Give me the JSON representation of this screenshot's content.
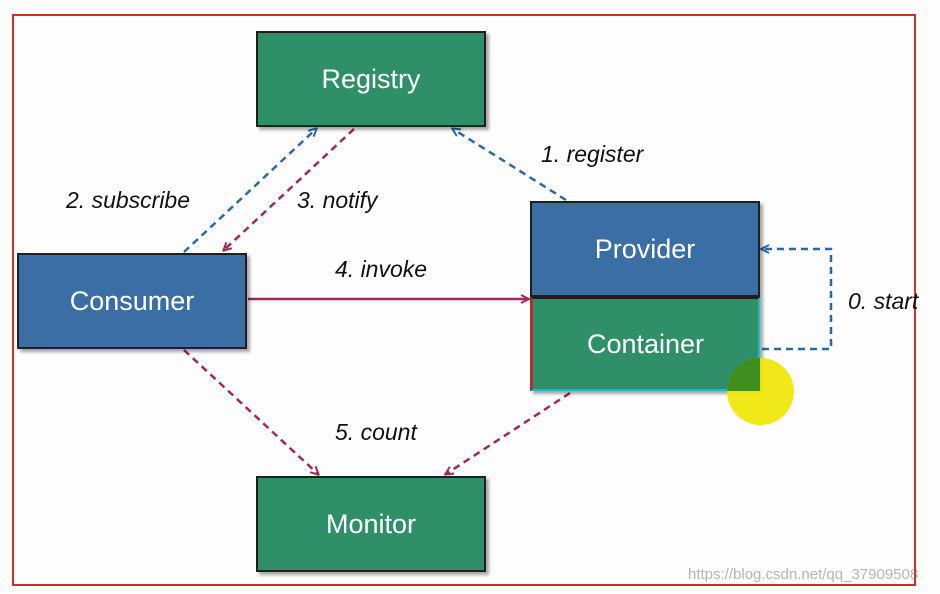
{
  "nodes": {
    "registry": "Registry",
    "consumer": "Consumer",
    "provider": "Provider",
    "container": "Container",
    "monitor": "Monitor"
  },
  "edges": {
    "register": "1. register",
    "subscribe": "2. subscribe",
    "notify": "3. notify",
    "invoke": "4. invoke",
    "start": "0. start",
    "count": "5. count"
  },
  "colors": {
    "blue_box": "#3a6ea5",
    "green_box": "#2f8f69",
    "blue_arrow": "#2a6aa8",
    "red_arrow": "#a02a55",
    "frame": "#d0302a",
    "cursor_highlight": "#f0e600"
  },
  "watermark": "https://blog.csdn.net/qq_37909508"
}
